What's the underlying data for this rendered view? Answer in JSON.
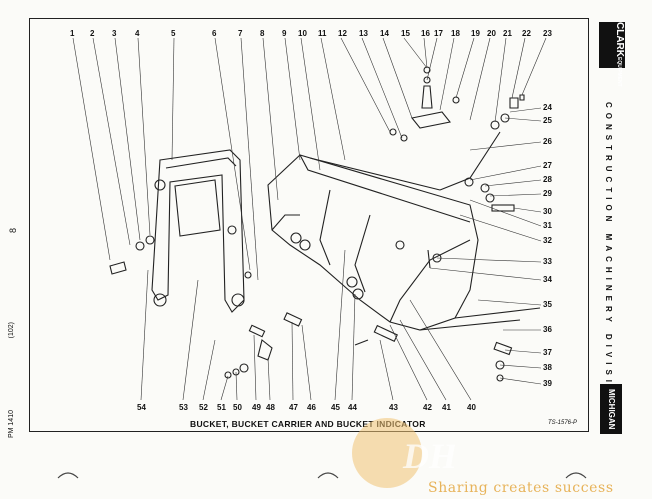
{
  "caption": "BUCKET, BUCKET CARRIER AND BUCKET INDICATOR",
  "figure_ref": "TS-1576-P",
  "brand": {
    "name": "CLARK",
    "sub": "EQUIPMENT"
  },
  "division": "CONSTRUCTION MACHINERY DIVISION",
  "michigan": "MICHIGAN",
  "page_numbers": {
    "left": "8",
    "middle": "(102)",
    "bottom": "PM 1410"
  },
  "watermark": {
    "text": "Sharing creates success",
    "logo": "DHI"
  },
  "top_callouts": [
    "1",
    "2",
    "3",
    "4",
    "5",
    "6",
    "7",
    "8",
    "9",
    "10",
    "11",
    "12",
    "13",
    "14",
    "15",
    "16",
    "17",
    "18",
    "19",
    "20",
    "21",
    "22",
    "23"
  ],
  "right_callouts": [
    "24",
    "25",
    "26",
    "27",
    "28",
    "29",
    "30",
    "31",
    "32",
    "33",
    "34",
    "35",
    "36",
    "37",
    "38",
    "39"
  ],
  "bottom_callouts": [
    "40",
    "41",
    "42",
    "43",
    "44",
    "45",
    "46",
    "47",
    "48",
    "49",
    "50",
    "51",
    "52",
    "53",
    "54"
  ]
}
